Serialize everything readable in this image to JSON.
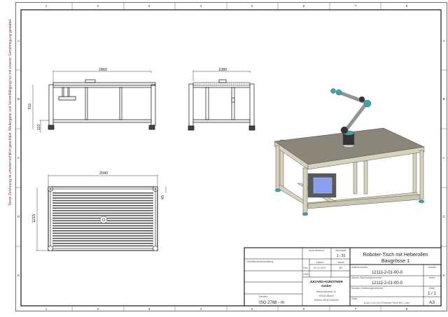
{
  "sheet": {
    "zones_columns": [
      "1",
      "2",
      "3",
      "4",
      "5",
      "6",
      "7",
      "8"
    ],
    "zones_rows": [
      "A",
      "B",
      "C",
      "D",
      "E"
    ],
    "margin_note": "Diese Zeichnung ist urheberrechtlich geschützt. Weitergabe und Vervielfältigung nur mit unserer Genehmigung gestattet."
  },
  "views": {
    "front": {
      "width_dim": "1860",
      "height_dim": "911",
      "foot_dim": "110"
    },
    "side": {
      "width_dim": "1080"
    },
    "top": {
      "width_dim": "2040",
      "depth_dim": "1215",
      "offset_dim": "45"
    },
    "iso": {
      "colors": {
        "frame": "#d6d2bc",
        "plate": "#8a867a",
        "robot_joint": "#3aa6b0",
        "robot_arm": "#8e9694",
        "screen": "#8a9ef0",
        "cabinet": "#555a5c"
      }
    }
  },
  "title_block": {
    "kontrolldatum_label": "Kontrolldatum",
    "massstab_label": "Massstab",
    "massstab_value": "1 : 20",
    "oberflaeche_label": "Oberflächenbehandlung",
    "datum_label": "Datum",
    "name_label": "Name",
    "gez_label": "Gez.",
    "gez_date": "05.12.2017",
    "gez_name": "BS",
    "gepr_label": "Gepr.",
    "company_name": "JUGARD+KÜNSTNER",
    "company_form": "GmbH",
    "address_street": "Wiesenstrasse 1c",
    "address_city": "90518 Altdorf",
    "address_phone": "Telefon 09187/936290",
    "toleranz_label": "Toleranz",
    "toleranz_value": "ISO 2768 - m",
    "title_line1": "Roboter-Tisch mit Heberollen",
    "title_line2": "Baugrösse 1",
    "artikel_label": "Artikelnummer",
    "artikel_value": "12111-2-01-00-0",
    "anzahl_label": "Anzahl",
    "intern_label": "Interne Zeichnungsnummer",
    "intern_value": "12111-2-01-00-0",
    "index_label": "Index",
    "kunden_label": "Kunden Zeichnungsnummer",
    "blatt_label": "Blatt",
    "blatt_value": "1 / 1",
    "datei_label": "Datei",
    "datei_value": "12111-2-01-00-0 Roboter-Tisch BG 1.iam",
    "format": "A3"
  }
}
